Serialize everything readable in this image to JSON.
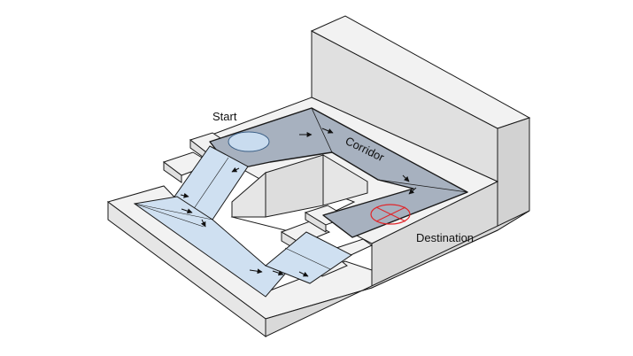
{
  "labels": {
    "start": "Start",
    "corridor": "Corridor",
    "destination": "Destination"
  },
  "colors": {
    "wall_top": "#f2f2f2",
    "wall_side": "#d9d9d9",
    "wall_front": "#e6e6e6",
    "corridor_floor": "#a7b1bf",
    "ramp": "#cfe0f1",
    "start_marker": "#c9dcef",
    "destination_marker": "#e0262b",
    "outline": "#1a1a1a"
  }
}
